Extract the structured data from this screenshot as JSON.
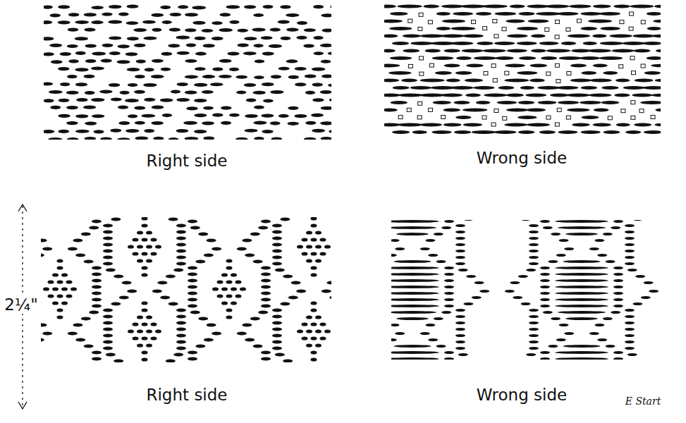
{
  "diagram": {
    "labels": [
      "Right side",
      "Wrong side",
      "2¼\"",
      "Right side",
      "Wrong side",
      "E Start"
    ]
  }
}
